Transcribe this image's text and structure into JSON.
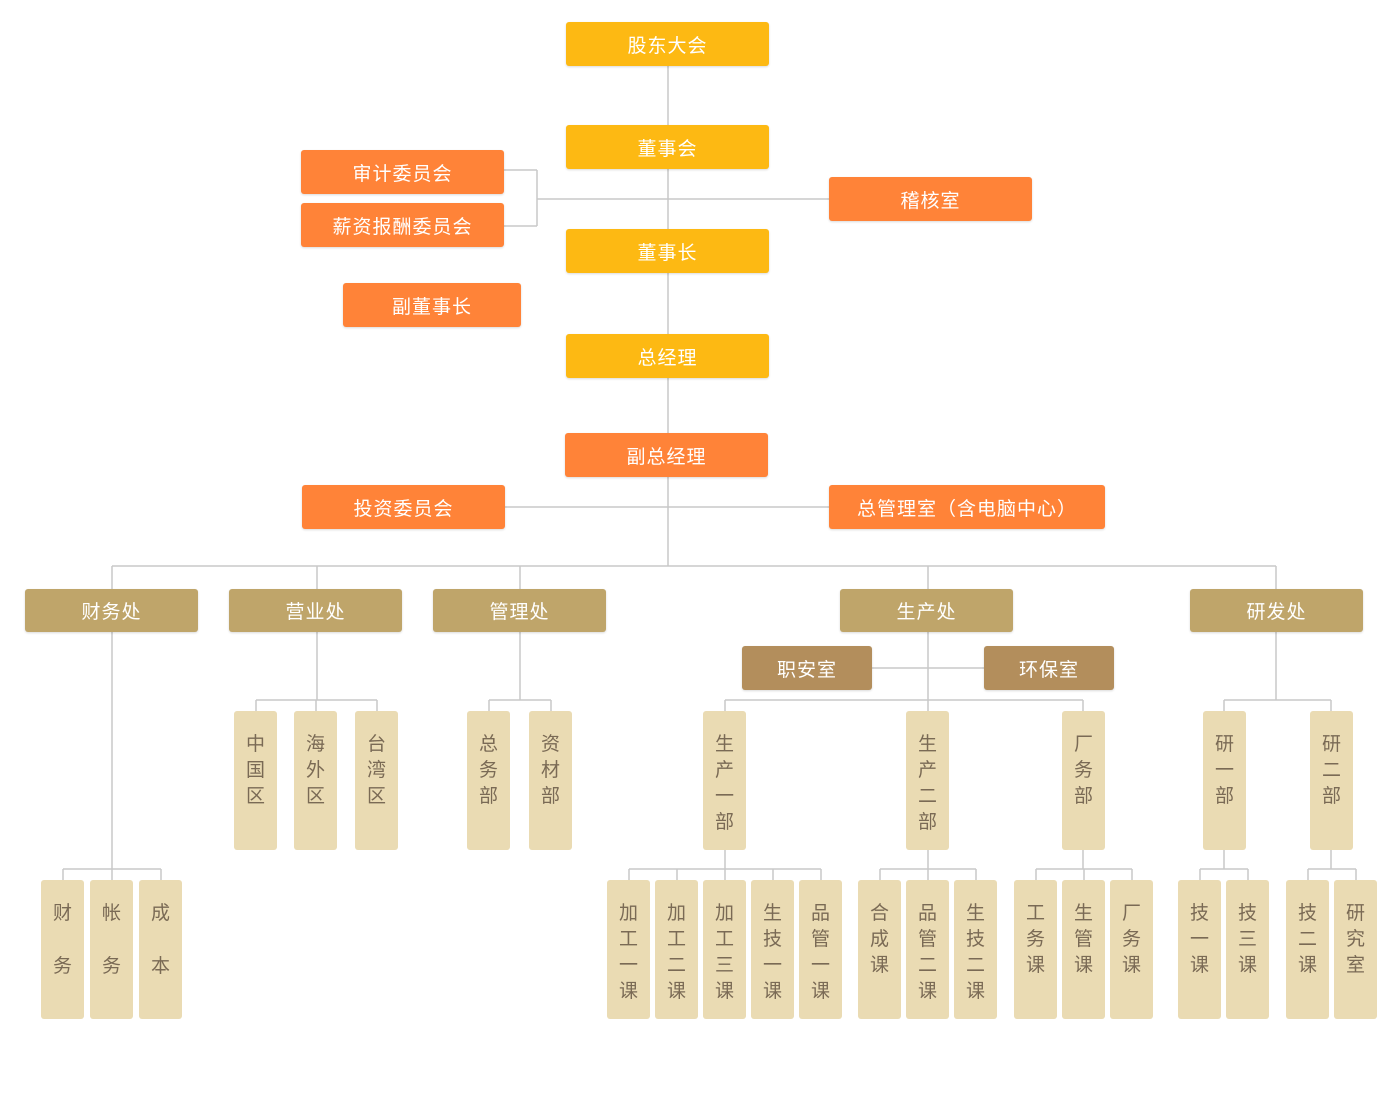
{
  "colors": {
    "gold": "#FDB913",
    "orange": "#FF8338",
    "khaki": "#BFA56A",
    "brown": "#B38E5C",
    "cream": "#EADBB3",
    "cream_text": "#7A6A55",
    "line": "#C8C8C8"
  },
  "top": {
    "shareholders": "股东大会",
    "board": "董事会",
    "chairman": "董事长",
    "gm": "总经理",
    "deputy_gm": "副总经理"
  },
  "side": {
    "audit_committee": "审计委员会",
    "compensation_committee": "薪资报酬委员会",
    "audit_office": "稽核室",
    "vice_chairman": "副董事长",
    "investment_committee": "投资委员会",
    "general_management": "总管理室（含电脑中心）"
  },
  "divisions": {
    "finance": "财务处",
    "sales": "营业处",
    "management": "管理处",
    "production": "生产处",
    "rnd": "研发处"
  },
  "production_offices": {
    "safety": "职安室",
    "environment": "环保室"
  },
  "departments": {
    "china": "中国区",
    "overseas": "海外区",
    "taiwan": "台湾区",
    "general_affairs": "总务部",
    "materials": "资材部",
    "prod1": "生产一部",
    "prod2": "生产二部",
    "factory_affairs": "厂务部",
    "rd1": "研一部",
    "rd2": "研二部"
  },
  "sections": {
    "finance_sec": "财务",
    "accounting_sec": "帐务",
    "cost_sec": "成本",
    "proc1": "加工一课",
    "proc2": "加工二课",
    "proc3": "加工三课",
    "prodtech1": "生技一课",
    "qc1": "品管一课",
    "synthesis": "合成课",
    "qc2": "品管二课",
    "prodtech2": "生技二课",
    "engineering": "工务课",
    "prodmgmt": "生管课",
    "factory_sec": "厂务课",
    "tech1": "技一课",
    "tech3": "技三课",
    "tech2": "技二课",
    "research_lab": "研究室"
  }
}
